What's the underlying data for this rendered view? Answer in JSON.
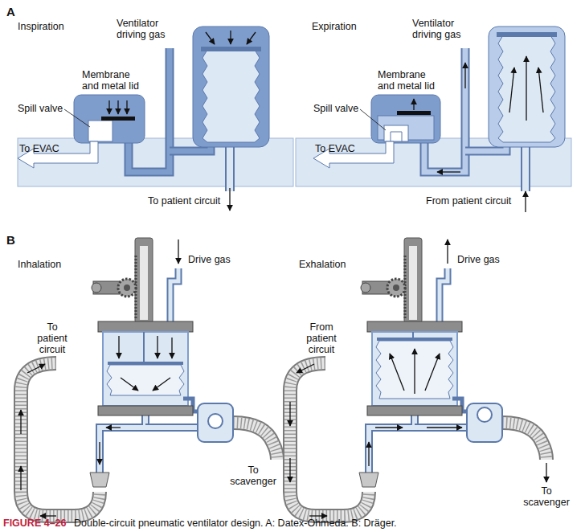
{
  "diagram": {
    "caption": "Double-circuit pneumatic ventilator design. A: Datex-Ohmeda. B: Dräger.",
    "labels": [
      "A",
      "Inspiration",
      "Ventilator driving gas",
      "Membrane and metal lid",
      "Spill valve",
      "To EVAC",
      "To patient circuit",
      "Expiration",
      "Ventilator driving gas",
      "Membrane and metal lid",
      "Spill valve",
      "To EVAC",
      "From patient circuit",
      "B",
      "Inhalation",
      "Drive gas",
      "To patient circuit",
      "To scavenger",
      "Exhalation",
      "Drive gas",
      "From patient circuit",
      "To scavenger",
      "FIGURE 4–26"
    ]
  }
}
